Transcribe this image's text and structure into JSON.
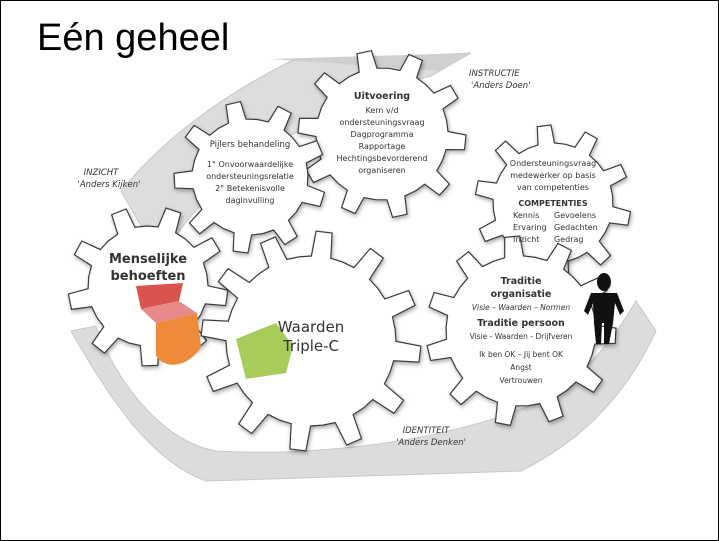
{
  "slide": {
    "title": "Eén geheel"
  },
  "zones": {
    "instructie": {
      "title": "INSTRUCTIE",
      "subtitle": "'Anders Doen'"
    },
    "inzicht": {
      "title": "INZICHT",
      "subtitle": "'Anders Kijken'"
    },
    "identiteit": {
      "title": "IDENTITEIT",
      "subtitle": "'Anders Denken'"
    }
  },
  "gears": {
    "uitvoering": {
      "title": "Uitvoering",
      "lines": [
        "Kern v/d",
        "ondersteuningsvraag",
        "Dagprogramma",
        "Rapportage",
        "Hechtingsbevorderend",
        "organiseren"
      ]
    },
    "pijlers": {
      "title": "Pijlers behandeling",
      "lines": [
        "1° Onvoorwaardelijke",
        "ondersteuningsrelatie",
        "2° Betekenisvolle",
        "daginvulling"
      ]
    },
    "ondersteuningsvraag": {
      "lines": [
        "Ondersteuningsvraag",
        "medewerker op basis",
        "van competenties"
      ],
      "competenties_title": "COMPETENTIES",
      "competenties": [
        [
          "Kennis",
          "Gevoelens"
        ],
        [
          "Ervaring",
          "Gedachten"
        ],
        [
          "Inzicht",
          "Gedrag"
        ]
      ]
    },
    "menselijke": {
      "title_lines": [
        "Menselijke",
        "behoeften"
      ]
    },
    "waarden": {
      "title_lines": [
        "Waarden",
        "Triple-C"
      ]
    },
    "traditie": {
      "org_title_lines": [
        "Traditie",
        "organisatie"
      ],
      "org_sub": "Visie – Waarden – Normen",
      "persoon_title": "Traditie persoon",
      "persoon_sub": "Visie - Waarden - Drijfveren",
      "lines": [
        "Ik ben OK – Jij bent OK",
        "Angst",
        "Vertrouwen"
      ]
    }
  },
  "colors": {
    "gear_fill": "#ffffff",
    "gear_stroke": "#3a3a3a",
    "band": "#d9d9d9",
    "pie_red": "#d9534f",
    "pie_pink": "#e88a8a",
    "pie_orange": "#ee8a3a",
    "green": "#a8cc5a",
    "figure": "#111111"
  }
}
